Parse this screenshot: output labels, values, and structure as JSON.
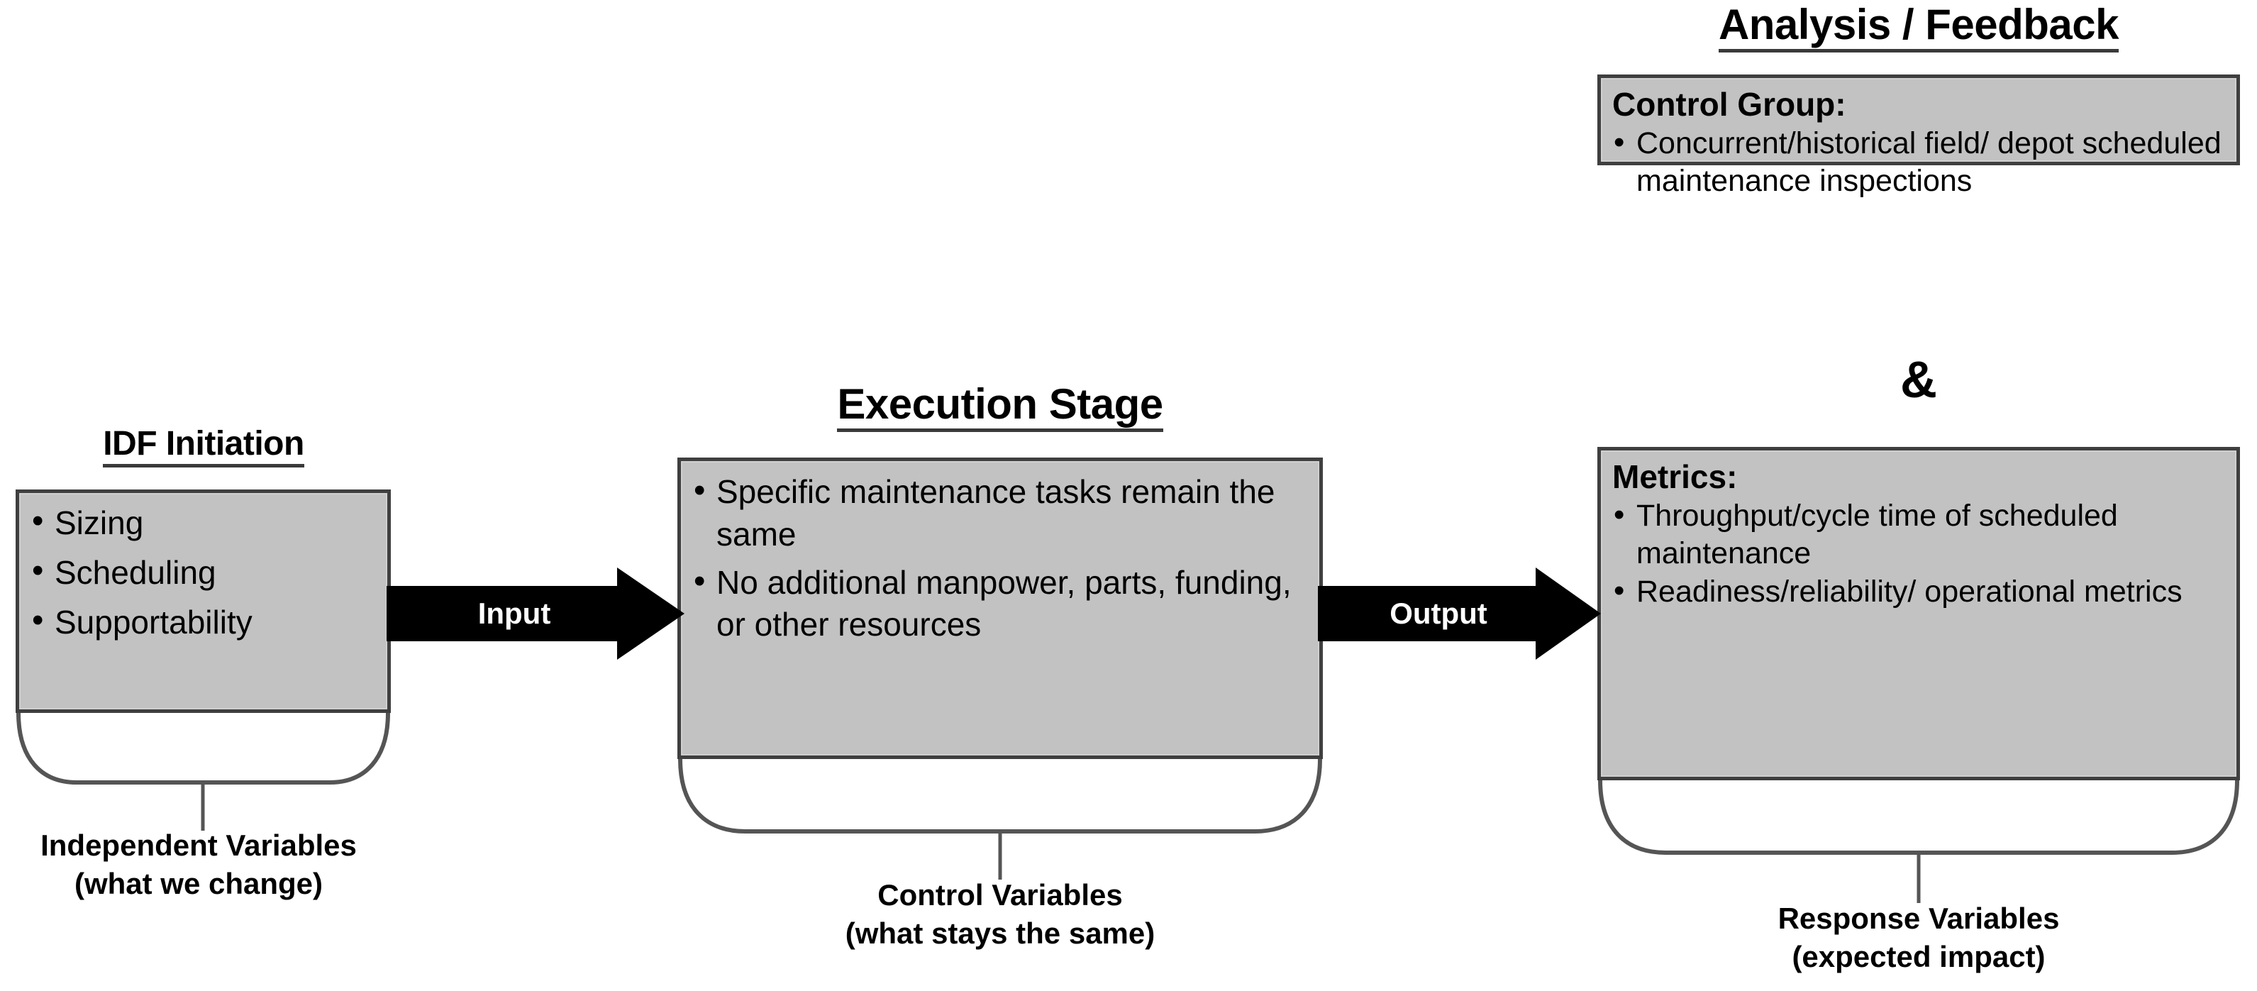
{
  "diagram": {
    "title_initiation": "IDF Initiation",
    "title_execution": "Execution Stage",
    "title_analysis": "Analysis / Feedback",
    "ampersand": "&"
  },
  "initiation_box": {
    "bullets": [
      "Sizing",
      "Scheduling",
      "Supportability"
    ]
  },
  "initiation_caption": {
    "line1": "Independent Variables",
    "line2": "(what we change)"
  },
  "execution_box": {
    "bullets": [
      "Specific maintenance tasks remain the same",
      "No additional manpower, parts, funding, or other resources"
    ]
  },
  "execution_caption": {
    "line1": "Control Variables",
    "line2": "(what stays the same)"
  },
  "control_group_box": {
    "heading": "Control Group:",
    "bullets": [
      "Concurrent/historical field/ depot scheduled maintenance inspections"
    ]
  },
  "metrics_box": {
    "heading": "Metrics:",
    "bullets": [
      "Throughput/cycle time of scheduled maintenance",
      "Readiness/reliability/ operational metrics"
    ]
  },
  "metrics_caption": {
    "line1": "Response Variables",
    "line2": "(expected impact)"
  },
  "arrows": {
    "input_label": "Input",
    "output_label": "Output"
  },
  "colors": {
    "box_fill": "#c2c2c2",
    "box_border": "#3f3f3f",
    "arrow_fill": "#000000",
    "text": "#000000",
    "underline": "#3a3a3a"
  }
}
